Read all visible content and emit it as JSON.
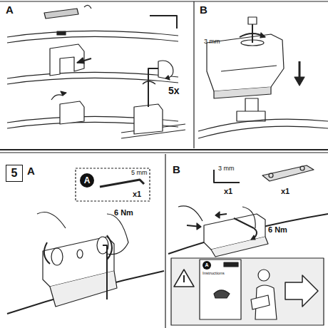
{
  "diagram": {
    "nodes": [
      {
        "text": [
          "5"
        ]
      }
    ],
    "labels": [
      "A",
      "3 mm",
      "5x",
      "B",
      "A",
      "A",
      "5 mm",
      "x1",
      "6 Nm",
      "B",
      "3 mm",
      "x1",
      "x1",
      "6 Nm",
      "A",
      "Instructions"
    ]
  }
}
